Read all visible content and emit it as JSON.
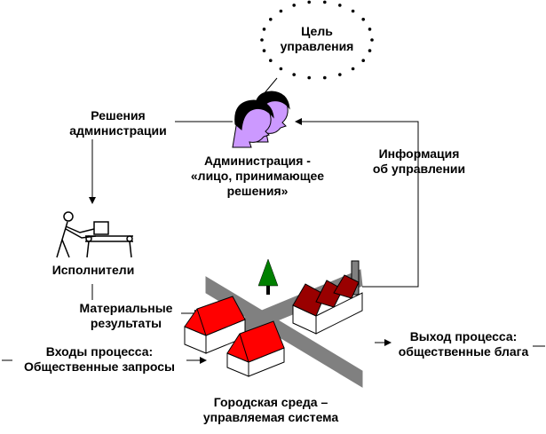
{
  "goal": {
    "line1": "Цель",
    "line2": "управления"
  },
  "decisions": {
    "line1": "Решения",
    "line2": "администрации"
  },
  "administration": {
    "line1": "Администрация -",
    "line2": "«лицо, принимающее",
    "line3": "решения»"
  },
  "feedback": {
    "line1": "Информация",
    "line2": "об управлении"
  },
  "executors": {
    "line1": "Исполнители"
  },
  "material": {
    "line1": "Материальные",
    "line2": "результаты"
  },
  "inputs": {
    "line1": "Входы процесса:",
    "line2": "Общественные запросы"
  },
  "outputs": {
    "line1": "Выход процесса:",
    "line2": "общественные блага"
  },
  "city": {
    "line1": "Городская среда –",
    "line2": "управляемая система"
  },
  "colors": {
    "roof": "#ff0000",
    "factory_roof": "#990000",
    "face": "#cc99ff",
    "hair": "#000000",
    "road": "#808080",
    "tree": "#008000",
    "line": "#000000"
  },
  "icons": [
    "goal-dotted-cloud",
    "person-heads-icon",
    "worker-conveyor-icon",
    "house-icon",
    "factory-icon",
    "tree-icon",
    "road-icon"
  ]
}
